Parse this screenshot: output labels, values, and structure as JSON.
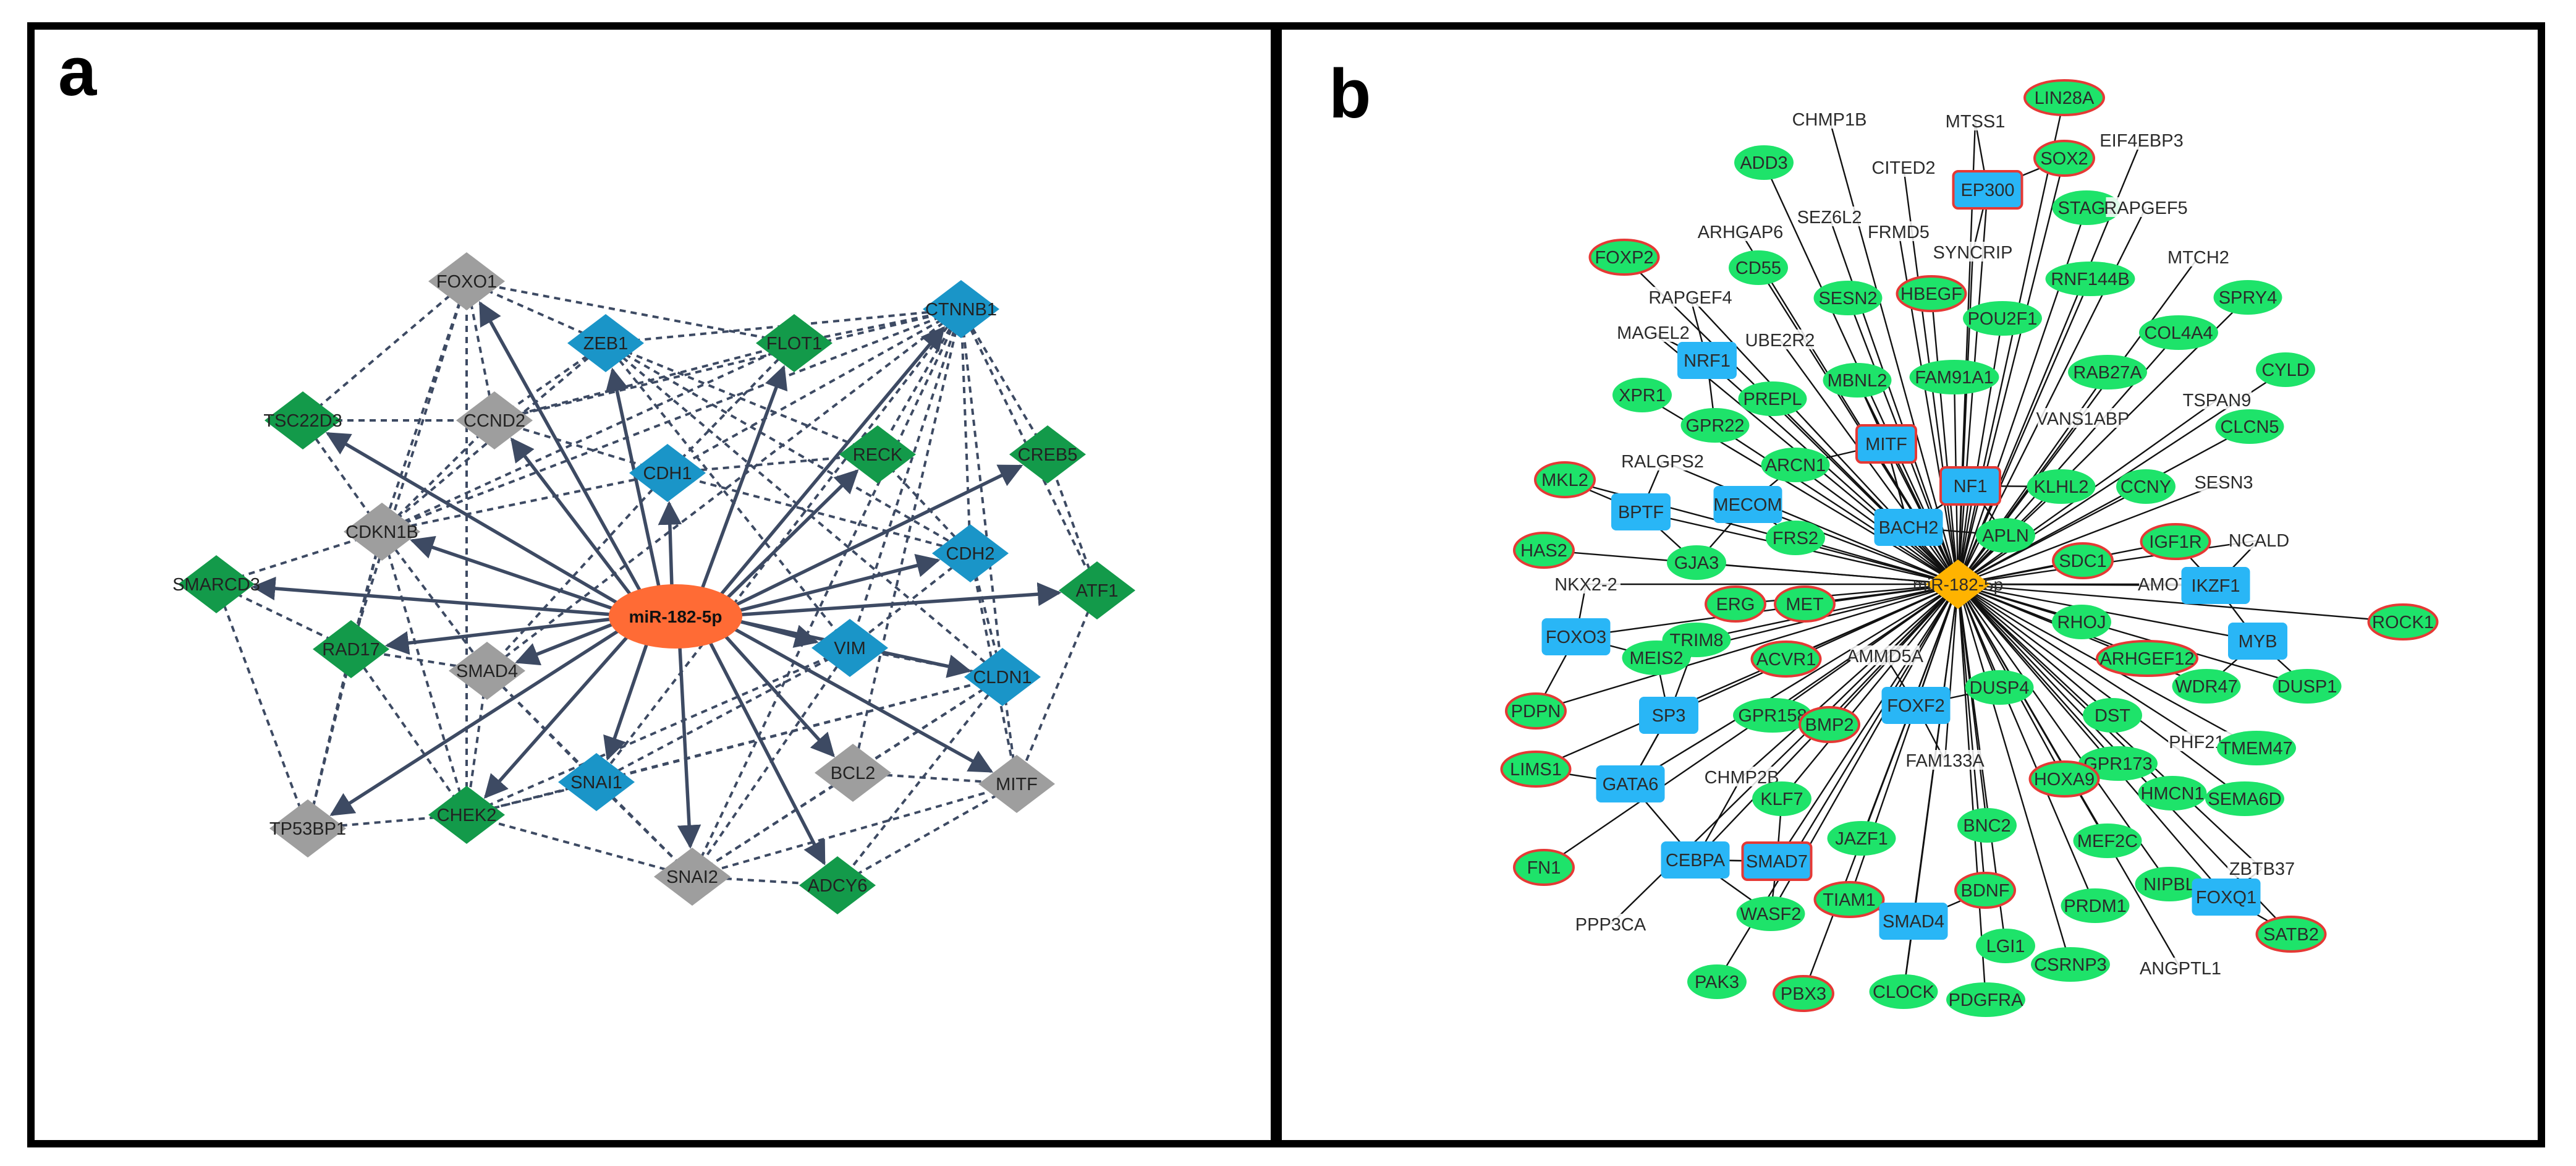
{
  "colors": {
    "tf": "#1a95c8",
    "target": "#139a4a",
    "neutral": "#9e9e9e",
    "mirna_a": "#ff6b35",
    "mirna_b": "#ffb300",
    "gene_b": "#1ee36a",
    "tf_b": "#29b6f6",
    "highlight": "#e53935",
    "edge_dashed": "#3d4a63",
    "edge_arrow": "#3d4a63",
    "edge_b": "#111111",
    "border": "#000000"
  },
  "panel_a": {
    "letter": "a",
    "center": {
      "label": "miR-182-5p"
    },
    "nodes": [
      {
        "label": "FOXO1",
        "cat": "neutral"
      },
      {
        "label": "ZEB1",
        "cat": "tf"
      },
      {
        "label": "FLOT1",
        "cat": "target"
      },
      {
        "label": "CTNNB1",
        "cat": "tf"
      },
      {
        "label": "TSC22D3",
        "cat": "target"
      },
      {
        "label": "CCND2",
        "cat": "neutral"
      },
      {
        "label": "RECK",
        "cat": "target"
      },
      {
        "label": "CREB5",
        "cat": "target"
      },
      {
        "label": "CDH1",
        "cat": "tf"
      },
      {
        "label": "CDKN1B",
        "cat": "neutral"
      },
      {
        "label": "CDH2",
        "cat": "tf"
      },
      {
        "label": "SMARCD3",
        "cat": "target"
      },
      {
        "label": "ATF1",
        "cat": "target"
      },
      {
        "label": "RAD17",
        "cat": "target"
      },
      {
        "label": "SMAD4",
        "cat": "neutral"
      },
      {
        "label": "VIM",
        "cat": "tf"
      },
      {
        "label": "CLDN1",
        "cat": "tf"
      },
      {
        "label": "BCL2",
        "cat": "neutral"
      },
      {
        "label": "SNAI1",
        "cat": "tf"
      },
      {
        "label": "MITF",
        "cat": "neutral"
      },
      {
        "label": "TP53BP1",
        "cat": "neutral"
      },
      {
        "label": "CHEK2",
        "cat": "target"
      },
      {
        "label": "SNAI2",
        "cat": "neutral"
      },
      {
        "label": "ADCY6",
        "cat": "target"
      }
    ],
    "dashed_edges": [
      [
        0,
        1
      ],
      [
        0,
        2
      ],
      [
        0,
        4
      ],
      [
        0,
        5
      ],
      [
        0,
        9
      ],
      [
        0,
        21
      ],
      [
        0,
        13
      ],
      [
        3,
        1
      ],
      [
        3,
        2
      ],
      [
        3,
        5
      ],
      [
        3,
        6
      ],
      [
        3,
        7
      ],
      [
        3,
        8
      ],
      [
        3,
        9
      ],
      [
        3,
        10
      ],
      [
        3,
        14
      ],
      [
        3,
        15
      ],
      [
        3,
        16
      ],
      [
        3,
        17
      ],
      [
        3,
        18
      ],
      [
        3,
        22
      ],
      [
        3,
        12
      ],
      [
        1,
        9
      ],
      [
        1,
        5
      ],
      [
        1,
        6
      ],
      [
        1,
        10
      ],
      [
        1,
        16
      ],
      [
        1,
        15
      ],
      [
        2,
        8
      ],
      [
        2,
        5
      ],
      [
        2,
        9
      ],
      [
        4,
        9
      ],
      [
        4,
        5
      ],
      [
        8,
        5
      ],
      [
        8,
        9
      ],
      [
        8,
        14
      ],
      [
        8,
        6
      ],
      [
        8,
        10
      ],
      [
        9,
        11
      ],
      [
        9,
        13
      ],
      [
        9,
        20
      ],
      [
        9,
        14
      ],
      [
        9,
        21
      ],
      [
        9,
        5
      ],
      [
        11,
        20
      ],
      [
        11,
        13
      ],
      [
        13,
        20
      ],
      [
        13,
        14
      ],
      [
        13,
        21
      ],
      [
        14,
        21
      ],
      [
        14,
        22
      ],
      [
        14,
        18
      ],
      [
        10,
        16
      ],
      [
        10,
        15
      ],
      [
        10,
        6
      ],
      [
        10,
        19
      ],
      [
        15,
        16
      ],
      [
        15,
        22
      ],
      [
        15,
        18
      ],
      [
        15,
        21
      ],
      [
        16,
        19
      ],
      [
        16,
        22
      ],
      [
        16,
        17
      ],
      [
        16,
        23
      ],
      [
        16,
        21
      ],
      [
        12,
        19
      ],
      [
        12,
        7
      ],
      [
        17,
        22
      ],
      [
        17,
        19
      ],
      [
        19,
        23
      ],
      [
        19,
        22
      ],
      [
        18,
        22
      ],
      [
        18,
        21
      ],
      [
        20,
        21
      ],
      [
        21,
        22
      ],
      [
        22,
        23
      ],
      [
        16,
        18
      ]
    ]
  },
  "panel_b": {
    "letter": "b",
    "center": {
      "label": "miR-182-5p"
    },
    "nodes": [
      {
        "label": "CHMP1B",
        "shape": "text"
      },
      {
        "label": "MTSS1",
        "shape": "text"
      },
      {
        "label": "LIN28A",
        "shape": "ellipse",
        "hl": true
      },
      {
        "label": "ADD3",
        "shape": "ellipse"
      },
      {
        "label": "CITED2",
        "shape": "text"
      },
      {
        "label": "EP300",
        "shape": "rect",
        "hl": true
      },
      {
        "label": "SOX2",
        "shape": "ellipse",
        "hl": true
      },
      {
        "label": "EIF4EBP3",
        "shape": "text"
      },
      {
        "label": "ARHGAP6",
        "shape": "text"
      },
      {
        "label": "SEZ6L2",
        "shape": "text"
      },
      {
        "label": "FRMD5",
        "shape": "text"
      },
      {
        "label": "STAG1",
        "shape": "ellipse"
      },
      {
        "label": "RAPGEF5",
        "shape": "text"
      },
      {
        "label": "FOXP2",
        "shape": "ellipse",
        "hl": true
      },
      {
        "label": "CD55",
        "shape": "ellipse"
      },
      {
        "label": "SYNCRIP",
        "shape": "text"
      },
      {
        "label": "RNF144B",
        "shape": "ellipse"
      },
      {
        "label": "MTCH2",
        "shape": "text"
      },
      {
        "label": "RAPGEF4",
        "shape": "text"
      },
      {
        "label": "SESN2",
        "shape": "ellipse"
      },
      {
        "label": "HBEGF",
        "shape": "ellipse",
        "hl": true
      },
      {
        "label": "POU2F1",
        "shape": "ellipse"
      },
      {
        "label": "SPRY4",
        "shape": "ellipse"
      },
      {
        "label": "MAGEL2",
        "shape": "text"
      },
      {
        "label": "UBE2R2",
        "shape": "text"
      },
      {
        "label": "COL4A4",
        "shape": "ellipse"
      },
      {
        "label": "NRF1",
        "shape": "rect"
      },
      {
        "label": "MBNL2",
        "shape": "ellipse"
      },
      {
        "label": "FAM91A1",
        "shape": "ellipse"
      },
      {
        "label": "RAB27A",
        "shape": "ellipse"
      },
      {
        "label": "CYLD",
        "shape": "ellipse"
      },
      {
        "label": "XPR1",
        "shape": "ellipse"
      },
      {
        "label": "PREPL",
        "shape": "ellipse"
      },
      {
        "label": "TSPAN9",
        "shape": "text"
      },
      {
        "label": "GPR22",
        "shape": "ellipse"
      },
      {
        "label": "VANS1ABP",
        "shape": "text"
      },
      {
        "label": "CLCN5",
        "shape": "ellipse"
      },
      {
        "label": "RALGPS2",
        "shape": "text"
      },
      {
        "label": "MITF",
        "shape": "rect",
        "hl": true
      },
      {
        "label": "ARCN1",
        "shape": "ellipse"
      },
      {
        "label": "NF1",
        "shape": "rect",
        "hl": true
      },
      {
        "label": "KLHL2",
        "shape": "ellipse"
      },
      {
        "label": "CCNY",
        "shape": "ellipse"
      },
      {
        "label": "SESN3",
        "shape": "text"
      },
      {
        "label": "MKL2",
        "shape": "ellipse",
        "hl": true
      },
      {
        "label": "BPTF",
        "shape": "rect"
      },
      {
        "label": "MECOM",
        "shape": "rect"
      },
      {
        "label": "BACH2",
        "shape": "rect"
      },
      {
        "label": "APLN",
        "shape": "ellipse"
      },
      {
        "label": "FRS2",
        "shape": "ellipse"
      },
      {
        "label": "IGF1R",
        "shape": "ellipse",
        "hl": true
      },
      {
        "label": "NCALD",
        "shape": "text"
      },
      {
        "label": "HAS2",
        "shape": "ellipse",
        "hl": true
      },
      {
        "label": "GJA3",
        "shape": "ellipse"
      },
      {
        "label": "SDC1",
        "shape": "ellipse",
        "hl": true
      },
      {
        "label": "AMOTL2",
        "shape": "text"
      },
      {
        "label": "NKX2-2",
        "shape": "text"
      },
      {
        "label": "IKZF1",
        "shape": "rect"
      },
      {
        "label": "ERG",
        "shape": "ellipse",
        "hl": true
      },
      {
        "label": "MET",
        "shape": "ellipse",
        "hl": true
      },
      {
        "label": "RHOJ",
        "shape": "ellipse"
      },
      {
        "label": "ROCK1",
        "shape": "ellipse",
        "hl": true
      },
      {
        "label": "FOXO3",
        "shape": "rect"
      },
      {
        "label": "TRIM8",
        "shape": "ellipse"
      },
      {
        "label": "MYB",
        "shape": "rect"
      },
      {
        "label": "MEIS2",
        "shape": "ellipse"
      },
      {
        "label": "ACVR1",
        "shape": "ellipse",
        "hl": true
      },
      {
        "label": "AMMD5A",
        "shape": "text"
      },
      {
        "label": "ARHGEF12",
        "shape": "ellipse",
        "hl": true
      },
      {
        "label": "WDR47",
        "shape": "ellipse"
      },
      {
        "label": "DUSP1",
        "shape": "ellipse"
      },
      {
        "label": "PDPN",
        "shape": "ellipse",
        "hl": true
      },
      {
        "label": "SP3",
        "shape": "rect"
      },
      {
        "label": "GPR158",
        "shape": "ellipse"
      },
      {
        "label": "DUSP4",
        "shape": "ellipse"
      },
      {
        "label": "FOXF2",
        "shape": "rect"
      },
      {
        "label": "DST",
        "shape": "ellipse"
      },
      {
        "label": "BMP2",
        "shape": "ellipse",
        "hl": true
      },
      {
        "label": "PHF21A",
        "shape": "text"
      },
      {
        "label": "TMEM47",
        "shape": "ellipse"
      },
      {
        "label": "LIMS1",
        "shape": "ellipse",
        "hl": true
      },
      {
        "label": "GPR173",
        "shape": "ellipse"
      },
      {
        "label": "FAM133A",
        "shape": "text"
      },
      {
        "label": "HOXA9",
        "shape": "ellipse",
        "hl": true
      },
      {
        "label": "GATA6",
        "shape": "rect"
      },
      {
        "label": "CHMP2B",
        "shape": "text"
      },
      {
        "label": "HMCN1",
        "shape": "ellipse"
      },
      {
        "label": "SEMA6D",
        "shape": "ellipse"
      },
      {
        "label": "KLF7",
        "shape": "ellipse"
      },
      {
        "label": "BNC2",
        "shape": "ellipse"
      },
      {
        "label": "JAZF1",
        "shape": "ellipse"
      },
      {
        "label": "MEF2C",
        "shape": "ellipse"
      },
      {
        "label": "NIPBL",
        "shape": "ellipse"
      },
      {
        "label": "ZBTB37",
        "shape": "text"
      },
      {
        "label": "FN1",
        "shape": "ellipse",
        "hl": true
      },
      {
        "label": "CEBPA",
        "shape": "rect"
      },
      {
        "label": "SMAD7",
        "shape": "rect",
        "hl": true
      },
      {
        "label": "TIAM1",
        "shape": "ellipse",
        "hl": true
      },
      {
        "label": "BDNF",
        "shape": "ellipse",
        "hl": true
      },
      {
        "label": "PRDM1",
        "shape": "ellipse"
      },
      {
        "label": "FOXQ1",
        "shape": "rect"
      },
      {
        "label": "SATB2",
        "shape": "ellipse",
        "hl": true
      },
      {
        "label": "PPP3CA",
        "shape": "text"
      },
      {
        "label": "WASF2",
        "shape": "ellipse"
      },
      {
        "label": "SMAD4",
        "shape": "rect"
      },
      {
        "label": "LGI1",
        "shape": "ellipse"
      },
      {
        "label": "CSRNP3",
        "shape": "ellipse"
      },
      {
        "label": "ANGPTL1",
        "shape": "text"
      },
      {
        "label": "PAK3",
        "shape": "ellipse"
      },
      {
        "label": "PBX3",
        "shape": "ellipse",
        "hl": true
      },
      {
        "label": "CLOCK",
        "shape": "ellipse"
      },
      {
        "label": "PDGFRA",
        "shape": "ellipse"
      }
    ]
  }
}
